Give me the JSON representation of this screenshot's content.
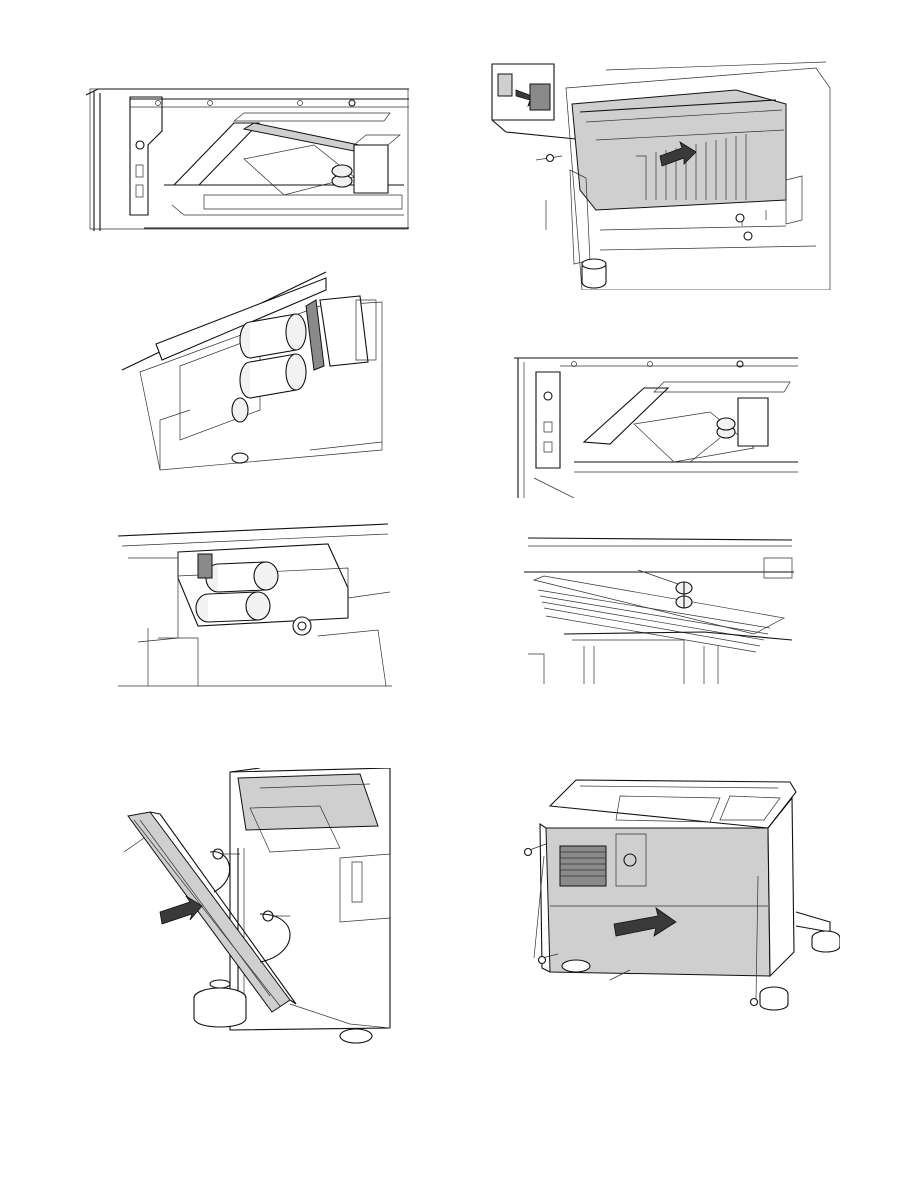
{
  "page": {
    "background": "#ffffff",
    "ink": "#111111",
    "fill_light": "#cfcfcf",
    "fill_dark": "#8a8a8a"
  },
  "figures": [
    {
      "id": "fig-1",
      "icon": "tray-frame-top-view"
    },
    {
      "id": "fig-2",
      "icon": "paper-feed-rollers-closeup"
    },
    {
      "id": "fig-3",
      "icon": "feed-roller-assembly-tilted"
    },
    {
      "id": "fig-4",
      "icon": "side-cover-removal"
    },
    {
      "id": "fig-5",
      "icon": "paper-feed-unit-removal"
    },
    {
      "id": "fig-6",
      "icon": "tray-frame-roller-view"
    },
    {
      "id": "fig-7",
      "icon": "transport-roller-closeup"
    },
    {
      "id": "fig-8",
      "icon": "front-cover-removal"
    }
  ]
}
